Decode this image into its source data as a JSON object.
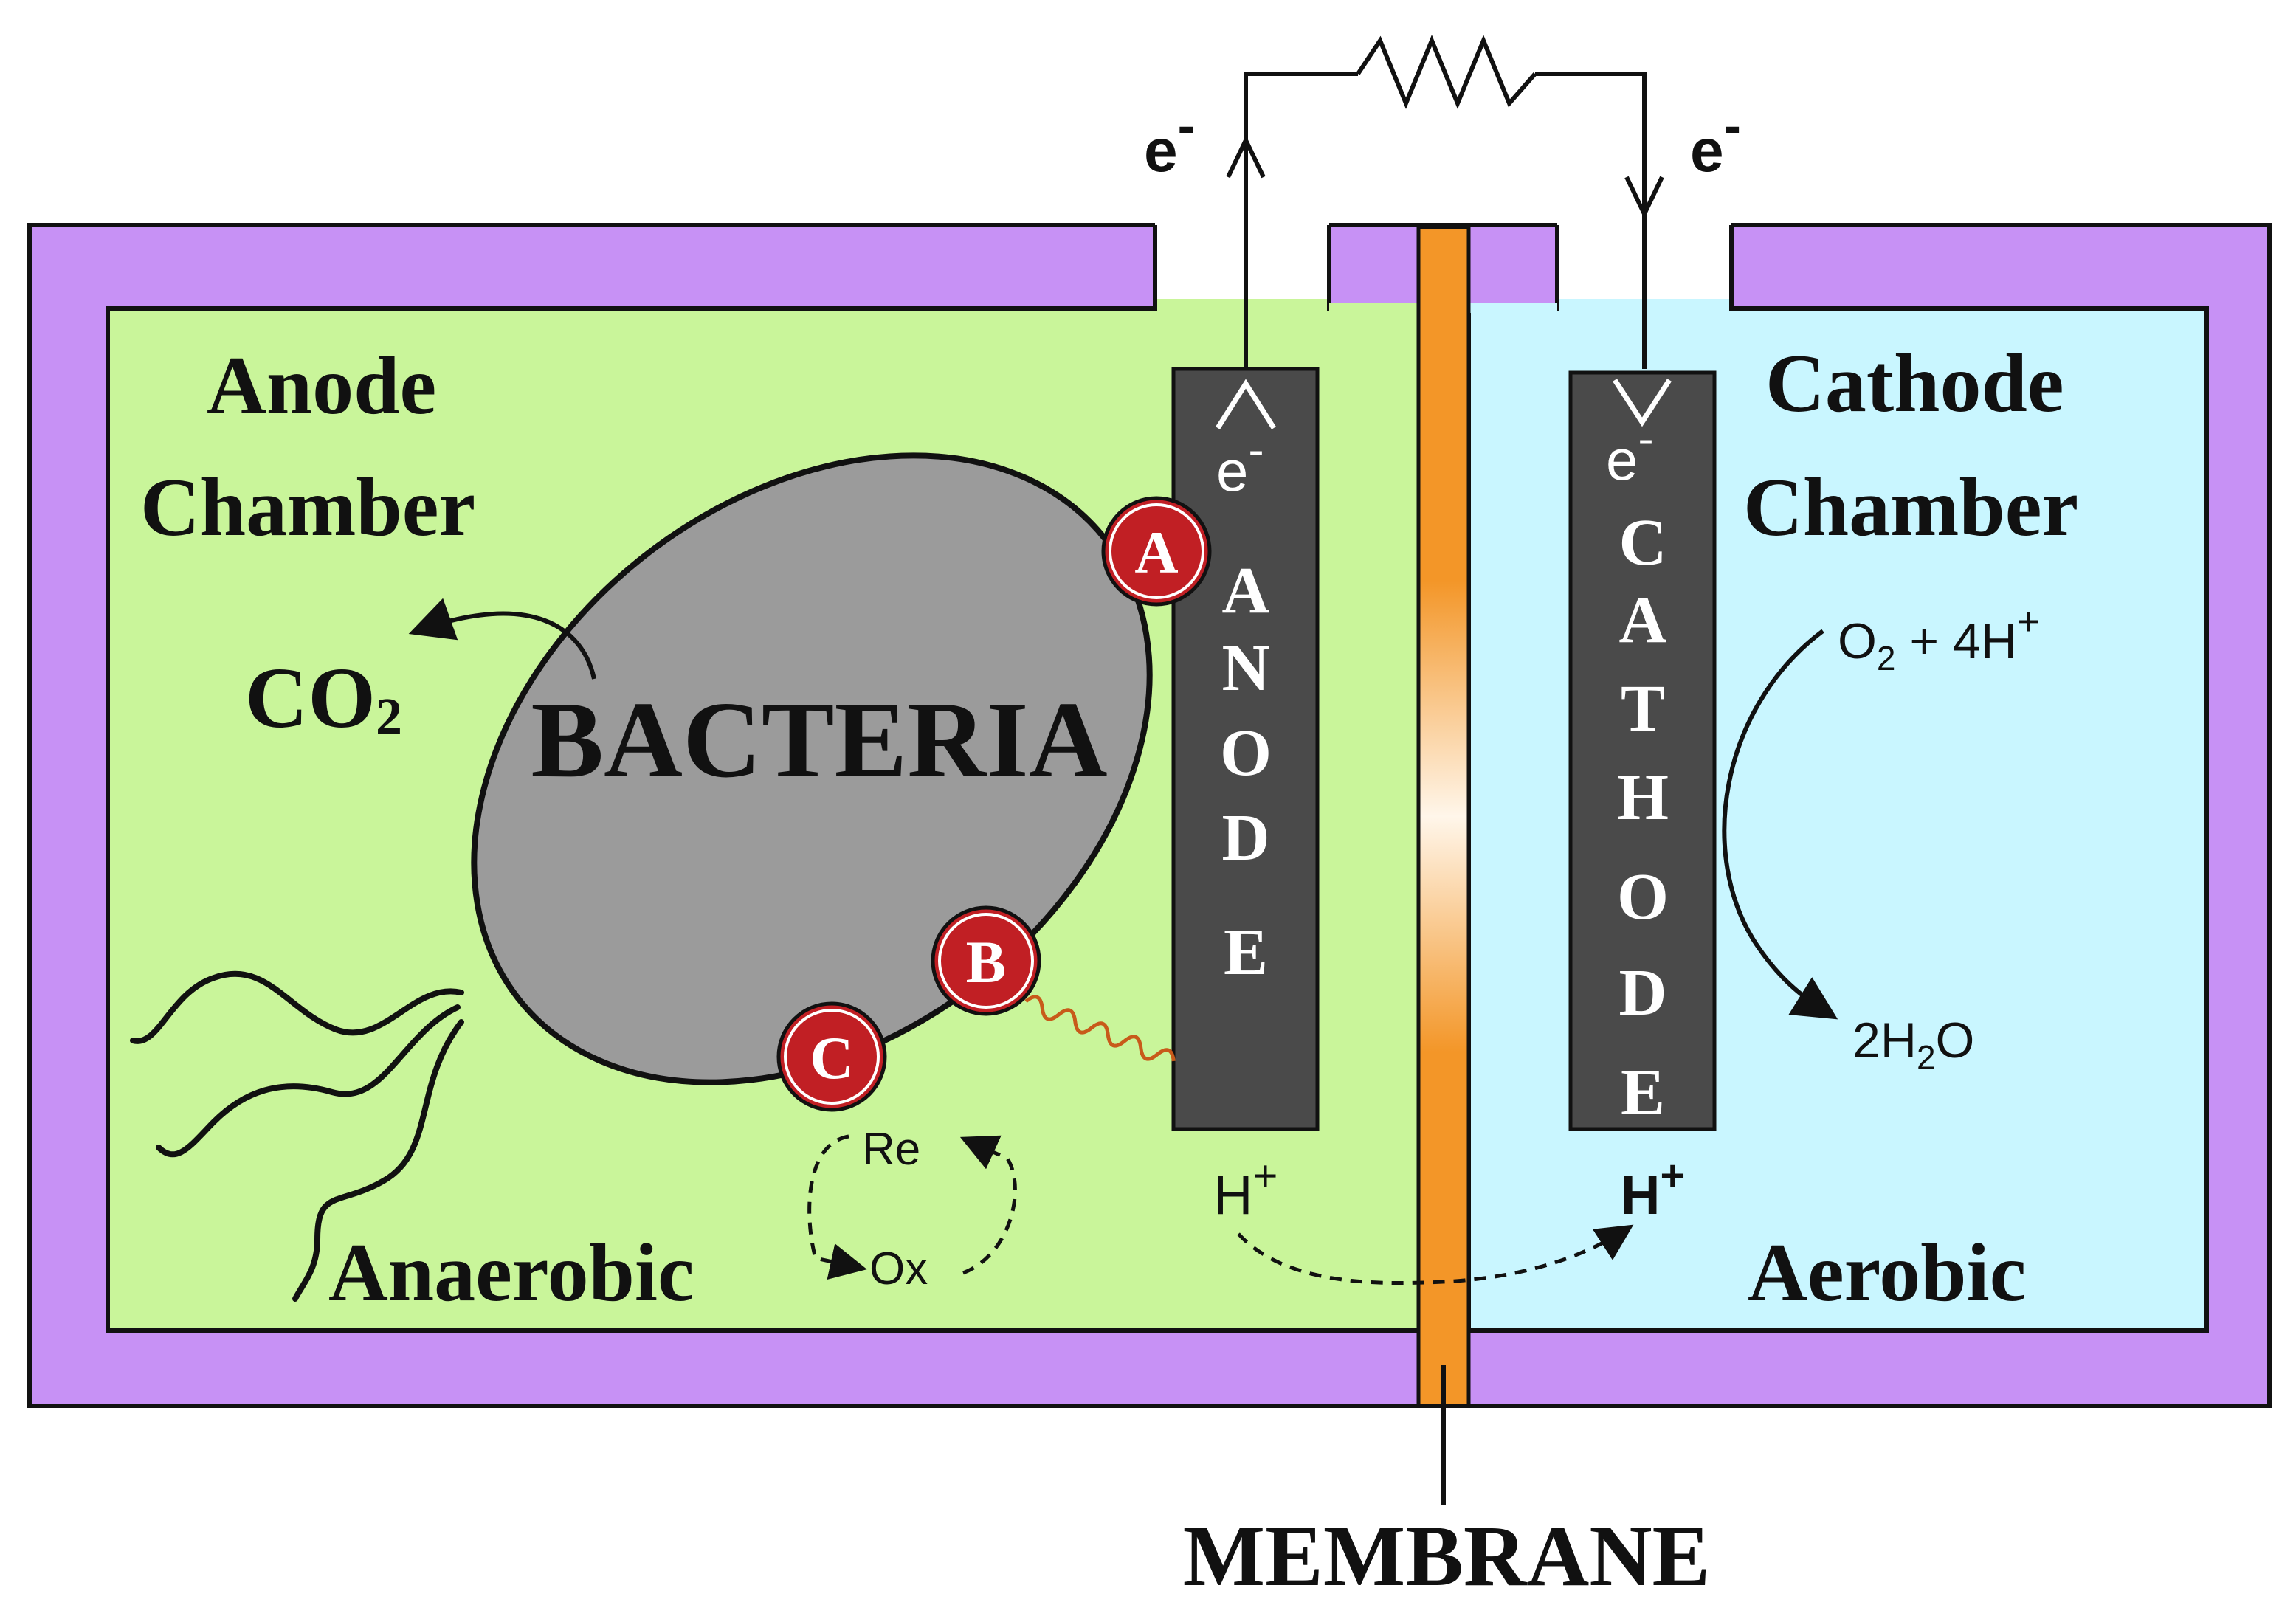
{
  "labels": {
    "anode_chamber_line1": "Anode",
    "anode_chamber_line2": "Chamber",
    "cathode_chamber_line1": "Cathode",
    "cathode_chamber_line2": "Chamber",
    "bacteria": "BACTERIA",
    "co2_main": "CO",
    "co2_sub": "2",
    "anaerobic": "Anaerobic",
    "aerobic": "Aerobic",
    "membrane": "MEMBRANE",
    "anode_letters": [
      "A",
      "N",
      "O",
      "D",
      "E"
    ],
    "cathode_letters": [
      "C",
      "A",
      "T",
      "H",
      "O",
      "D",
      "E"
    ],
    "electron_base": "e",
    "electron_sup": "-",
    "arrow_up_glyph": "^",
    "arrow_down_glyph": "v",
    "badge_a": "A",
    "badge_b": "B",
    "badge_c": "C",
    "re": "Re",
    "ox": "Ox",
    "proton_base": "H",
    "proton_sup": "+",
    "o2_base": "O",
    "o2_sub": "2",
    "o2_rest": " + 4H",
    "o2_sup": "+",
    "water_pre": "2H",
    "water_sub": "2",
    "water_post": "O"
  },
  "colors": {
    "wall": "#c791f5",
    "anode_liquid": "#c9f59a",
    "cathode_liquid": "#c9f6ff",
    "electrode": "#4a4a4a",
    "bacteria": "#9b9b9b",
    "badge": "#c11f24",
    "membrane_orange": "#f39628",
    "nanowire": "#c85a1a",
    "outline": "#111111"
  }
}
